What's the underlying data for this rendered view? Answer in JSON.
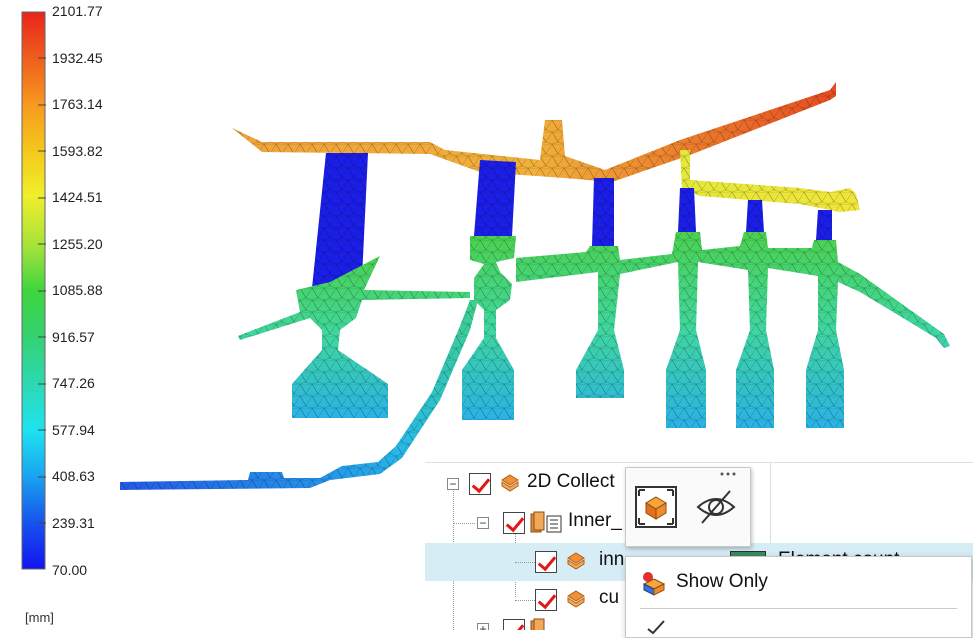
{
  "legend": {
    "values": [
      "2101.77",
      "1932.45",
      "1763.14",
      "1593.82",
      "1424.51",
      "1255.20",
      "1085.88",
      "916.57",
      "747.26",
      "577.94",
      "408.63",
      "239.31",
      "70.00"
    ],
    "unit": "[mm]"
  },
  "tree": {
    "rows": [
      {
        "label": "2D Collect",
        "icon": "collection-icon"
      },
      {
        "label": "Inner_",
        "icon": "part-group-icon"
      },
      {
        "label": "inn",
        "icon": "mesh-icon",
        "extra": "Element count"
      },
      {
        "label": "cu",
        "icon": "mesh-icon"
      },
      {
        "label": "",
        "icon": "part-group-icon"
      }
    ]
  },
  "hover_toolbar": {
    "buttons": [
      {
        "icon": "zoom-to-fit-icon"
      },
      {
        "icon": "hide-eye-icon"
      }
    ]
  },
  "context_menu": {
    "items": [
      {
        "label": "Show Only",
        "icon": "show-only-icon"
      }
    ]
  },
  "colors": {
    "selected_row": "#d7edf5",
    "check_red": "#e01818"
  }
}
